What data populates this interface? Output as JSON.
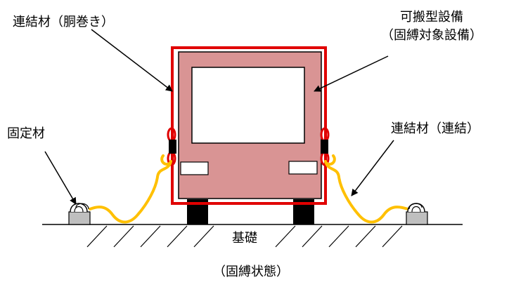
{
  "labels": {
    "belt": "連結材（胴巻き）",
    "equipment_line1": "可搬型設備",
    "equipment_line2": "（固縛対象設備）",
    "anchor": "固定材",
    "chain": "連結材（連結）",
    "foundation": "基礎",
    "caption": "（固縛状態）"
  },
  "colors": {
    "belt": "#e00000",
    "vehicle_body": "#d99494",
    "chain": "#ffc000",
    "anchor": "#bfbfbf",
    "ground": "#000000"
  }
}
